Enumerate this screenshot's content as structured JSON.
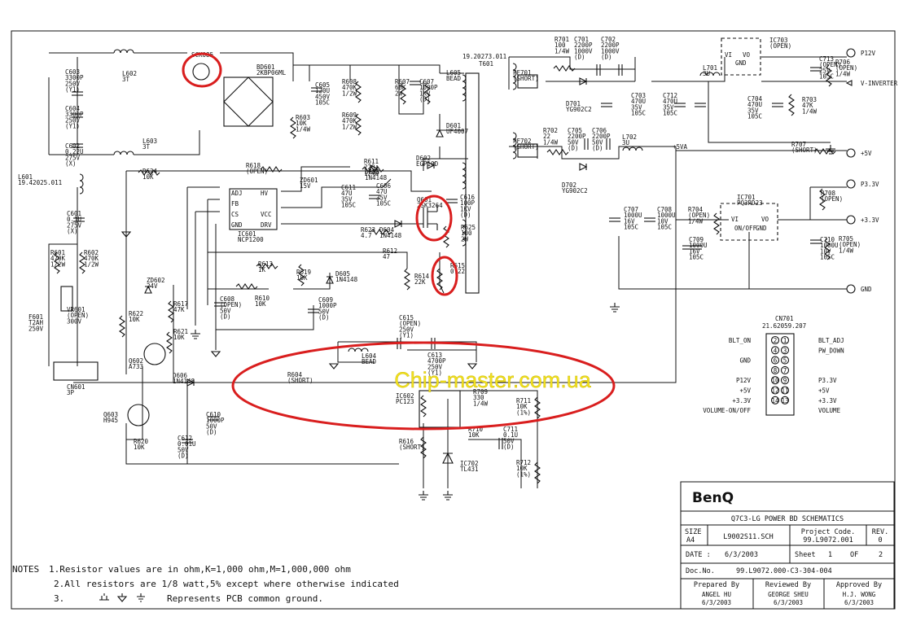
{
  "watermark": "Chip-master.com.ua",
  "transformer": {
    "part": "19.20273.011",
    "ref": "T601"
  },
  "components": {
    "fuse_thermistor": [
      "SCK085"
    ],
    "bridge": [
      "BD601",
      "2KBP06ML"
    ],
    "l602": [
      "L602",
      "3T"
    ],
    "l603": [
      "L603",
      "3T"
    ],
    "c603": [
      "C603",
      "3300P",
      "250V",
      "(Y1)"
    ],
    "c604": [
      "C604",
      "3300P",
      "250V",
      "(Y1)"
    ],
    "c602": [
      "C602",
      "0.22U",
      "275V",
      "(X)"
    ],
    "l601": [
      "L601",
      "19.42025.011"
    ],
    "c601": [
      "C601",
      "0.1U",
      "275V",
      "(X)"
    ],
    "r601": [
      "R601",
      "470K",
      "1/2W"
    ],
    "r602": [
      "R602",
      "470K",
      "1/2W"
    ],
    "vr601": [
      "VR601",
      "(OPEN)",
      "300V"
    ],
    "f601": [
      "F601",
      "T2AH",
      "250V"
    ],
    "cn601": [
      "CN601",
      "3P"
    ],
    "c605": [
      "C605",
      "120U",
      "450V",
      "105C"
    ],
    "r608": [
      "R608",
      "470K",
      "1/2W"
    ],
    "r609": [
      "R609",
      "470K",
      "1/2W"
    ],
    "r603": [
      "R603",
      "10K",
      "1/4W"
    ],
    "r607": [
      "R607",
      "68K",
      "2W"
    ],
    "c607": [
      "C607",
      "1000P",
      "1KV",
      "(D)"
    ],
    "l605": [
      "L605",
      "BEAD"
    ],
    "d601": [
      "D601",
      "UF4007"
    ],
    "d602": [
      "D602",
      "EGP10D"
    ],
    "r618": [
      "R618",
      "(OPEN)"
    ],
    "r624": [
      "R624",
      "10K"
    ],
    "r611": [
      "R611",
      "220",
      "1/4W"
    ],
    "d603": [
      "D603",
      "1N4148"
    ],
    "zd601": [
      "ZD601",
      "15V"
    ],
    "c611": [
      "C611",
      "47U",
      "35V",
      "105C"
    ],
    "c606": [
      "C606",
      "47U",
      "35V",
      "105C"
    ],
    "q601": [
      "Q601",
      "2SK3264"
    ],
    "c616": [
      "C616",
      "100P",
      "1KV",
      "(D)"
    ],
    "r625": [
      "R625",
      "100",
      "2W"
    ],
    "ic601": [
      "IC601",
      "NCP1200"
    ],
    "ic601_pins": [
      "ADJ",
      "FB",
      "CS",
      "GND",
      "HV",
      "VCC",
      "DRV"
    ],
    "r623": [
      "R623",
      "4.7"
    ],
    "d604": [
      "D604",
      "1N4148"
    ],
    "r612": [
      "R612",
      "47"
    ],
    "r613": [
      "R613",
      "1K"
    ],
    "r619": [
      "R619",
      "10K"
    ],
    "d605": [
      "D605",
      "1N4148"
    ],
    "r614": [
      "R614",
      "22K"
    ],
    "r615": [
      "R615",
      "0.22"
    ],
    "zd602": [
      "ZD602",
      "24V"
    ],
    "r617": [
      "R617",
      "47K"
    ],
    "c608": [
      "C608",
      "(OPEN)",
      "50V",
      "(D)"
    ],
    "r610": [
      "R610",
      "10K"
    ],
    "c609": [
      "C609",
      "1000P",
      "50V",
      "(D)"
    ],
    "r622": [
      "R622",
      "10K"
    ],
    "r621": [
      "R621",
      "10K"
    ],
    "q602": [
      "Q602",
      "A733"
    ],
    "d606": [
      "D606",
      "1N4148"
    ],
    "q603": [
      "Q603",
      "H945"
    ],
    "r620": [
      "R620",
      "10K"
    ],
    "c612": [
      "C612",
      "0.01U",
      "50V",
      "(D)"
    ],
    "c610": [
      "C610",
      "1000P",
      "50V",
      "(D)"
    ],
    "c615": [
      "C615",
      "(OPEN)",
      "250V",
      "(Y1)"
    ],
    "l604": [
      "L604",
      "BEAD"
    ],
    "c613": [
      "C613",
      "4700P",
      "250V",
      "(Y1)"
    ],
    "r604": [
      "R604",
      "(SHORT)"
    ],
    "ic602": [
      "IC602",
      "PC123"
    ],
    "r709": [
      "R709",
      "330",
      "1/4W"
    ],
    "r711": [
      "R711",
      "10K",
      "(1%)"
    ],
    "r616": [
      "R616",
      "(SHORT)"
    ],
    "r710": [
      "R710",
      "10K"
    ],
    "c711": [
      "C711",
      "0.1U",
      "50V",
      "(D)"
    ],
    "ic702": [
      "IC702",
      "TL431"
    ],
    "r712": [
      "R712",
      "10K",
      "(1%)"
    ],
    "r701": [
      "R701",
      "100",
      "1/4W"
    ],
    "c701": [
      "C701",
      "2200P",
      "1000V",
      "(D)"
    ],
    "c702": [
      "C702",
      "2200P",
      "1000V",
      "(D)"
    ],
    "pf701": [
      "PF701",
      "(SHORT)"
    ],
    "d701": [
      "D701",
      "YG902C2"
    ],
    "c703": [
      "C703",
      "470U",
      "35V",
      "105C"
    ],
    "c712": [
      "C712",
      "470U",
      "35V",
      "105C"
    ],
    "l701": [
      "L701",
      "3U"
    ],
    "ic703": [
      "IC703",
      "(OPEN)"
    ],
    "c704": [
      "C704",
      "470U",
      "35V",
      "105C"
    ],
    "r703": [
      "R703",
      "47K",
      "1/4W"
    ],
    "c713": [
      "C713",
      "(OPEN)",
      "25V",
      "105C"
    ],
    "r706": [
      "R706",
      "(OPEN)",
      "1/4W"
    ],
    "r702": [
      "R702",
      "22",
      "1/4W"
    ],
    "c705": [
      "C705",
      "2200P",
      "50V",
      "(D)"
    ],
    "c706": [
      "C706",
      "2200P",
      "50V",
      "(D)"
    ],
    "pf702": [
      "PF702",
      "(SHORT)"
    ],
    "d702": [
      "D702",
      "YG902C2"
    ],
    "l702": [
      "L702",
      "3U"
    ],
    "r707": [
      "R707",
      "(SHORT)"
    ],
    "r708": [
      "R708",
      "(OPEN)"
    ],
    "ic701": [
      "IC701",
      "PQ3RD23"
    ],
    "c707": [
      "C707",
      "1000U",
      "16V",
      "105C"
    ],
    "c708": [
      "C708",
      "1000U",
      "10V",
      "105C"
    ],
    "r704": [
      "R704",
      "(OPEN)",
      "1/4W"
    ],
    "c709": [
      "C709",
      "1000U",
      "16V",
      "105C"
    ],
    "c710": [
      "C710",
      "1000U",
      "10V",
      "105C"
    ],
    "r705": [
      "R705",
      "(OPEN)",
      "1/4W"
    ],
    "ic_pins": [
      "VI",
      "VO",
      "GND",
      "ON/OFF"
    ],
    "rail_5va": "+5VA"
  },
  "outputs": [
    "P12V",
    "V-INVERTER",
    "+5V",
    "P3.3V",
    "+3.3V",
    "GND"
  ],
  "connector_cn701": {
    "ref": "CN701",
    "part": "21.62059.207",
    "rows": [
      [
        "BLT_ON",
        "2",
        "1",
        "BLT_ADJ"
      ],
      [
        "",
        "4",
        "3",
        "PW_DOWN"
      ],
      [
        "GND",
        "6",
        "5",
        ""
      ],
      [
        "",
        "8",
        "7",
        ""
      ],
      [
        "P12V",
        "10",
        "9",
        "P3.3V"
      ],
      [
        "+5V",
        "12",
        "11",
        "+5V"
      ],
      [
        "+3.3V",
        "14",
        "13",
        "+3.3V"
      ],
      [
        "VOLUME-ON/OFF",
        "",
        "",
        "VOLUME"
      ]
    ]
  },
  "notes": {
    "title": "NOTES",
    "lines": [
      "1.Resistor values are in ohm,K=1,000 ohm,M=1,000,000 ohm",
      "2.All resistors are 1/8 watt,5% except where otherwise indicated",
      "3.",
      "Represents PCB common ground."
    ]
  },
  "title_block": {
    "logo": "BenQ",
    "title": "Q7C3-LG   POWER BD     SCHEMATICS",
    "size_label": "SIZE",
    "size": "A4",
    "file": "L9002S11.SCH",
    "project_code_label": "Project Code.",
    "project_code": "99.L9072.001",
    "rev_label": "REV.",
    "rev": "0",
    "date_label": "DATE :",
    "date": "6/3/2003",
    "sheet_label": "Sheet",
    "sheet": "1",
    "of_label": "OF",
    "of": "2",
    "doc_label": "Doc.No.",
    "doc": "99.L9072.000-C3-304-004",
    "prepared_label": "Prepared By",
    "reviewed_label": "Reviewed By",
    "approved_label": "Approved By",
    "prepared_by": "ANGEL HU",
    "prepared_date": "6/3/2003",
    "reviewed_by": "GEORGE SHEU",
    "reviewed_date": "6/3/2003",
    "approved_by": "H.J. WONG",
    "approved_date": "6/3/2003"
  },
  "colors": {
    "ink": "#111111",
    "highlight": "#d91e1e",
    "watermark": "#f2e020"
  }
}
